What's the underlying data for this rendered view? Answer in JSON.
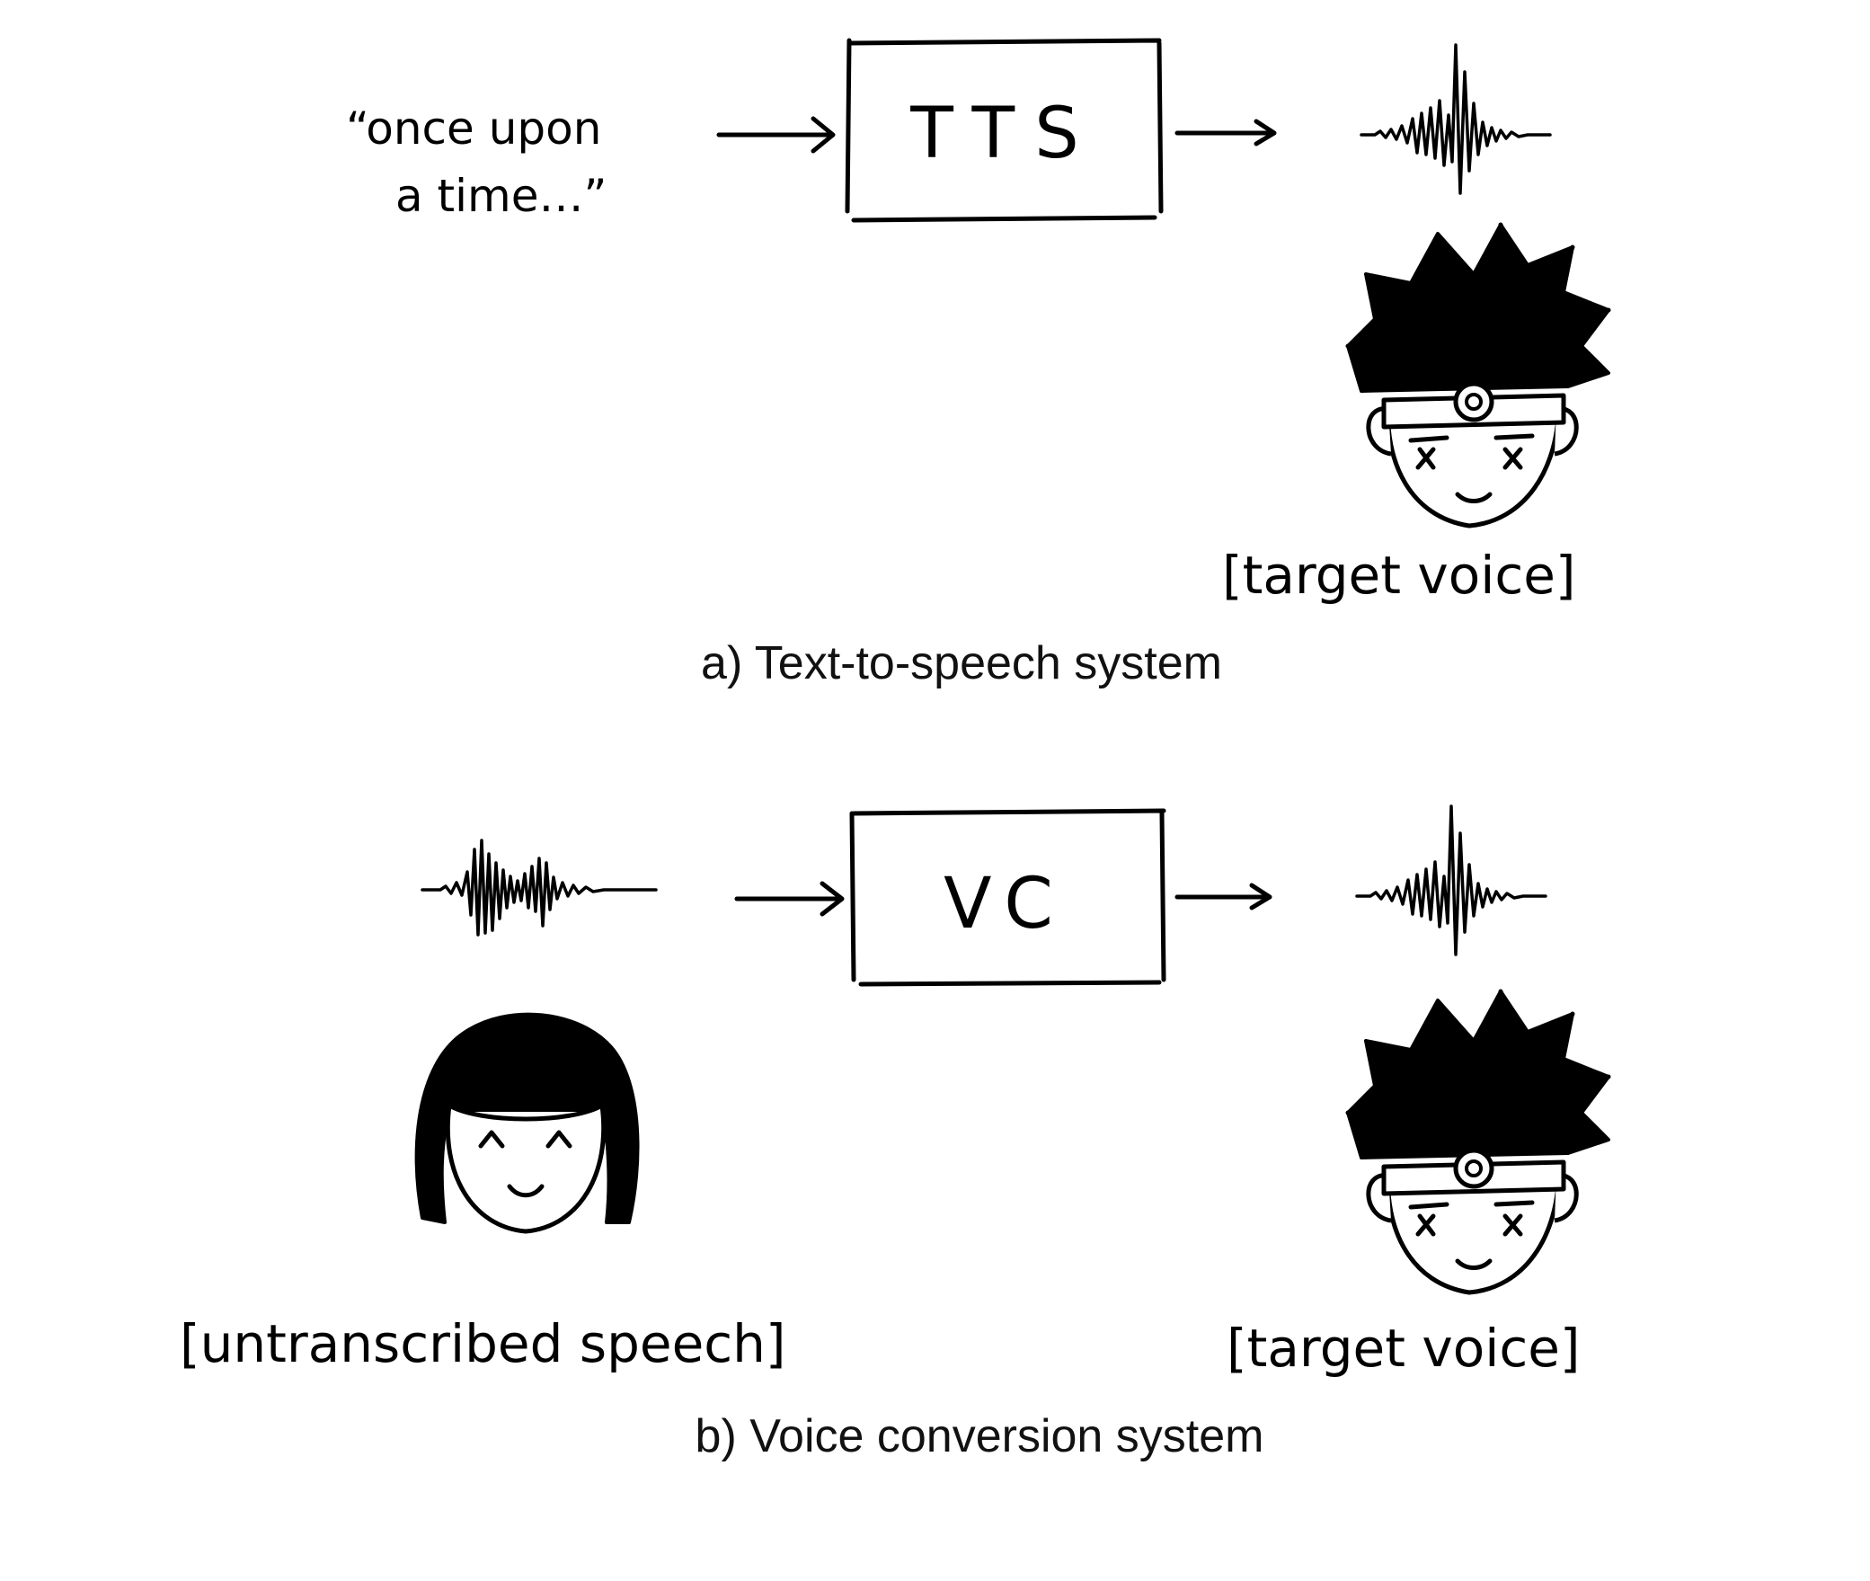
{
  "panel_a": {
    "input_text_line1": "“once upon",
    "input_text_line2": "a time…”",
    "box_label": "TTS",
    "speaker_label": "[target voice]",
    "caption": "a) Text-to-speech system"
  },
  "panel_b": {
    "box_label": "VC",
    "source_label": "[untranscribed speech]",
    "speaker_label": "[target voice]",
    "caption": "b) Voice conversion system"
  }
}
